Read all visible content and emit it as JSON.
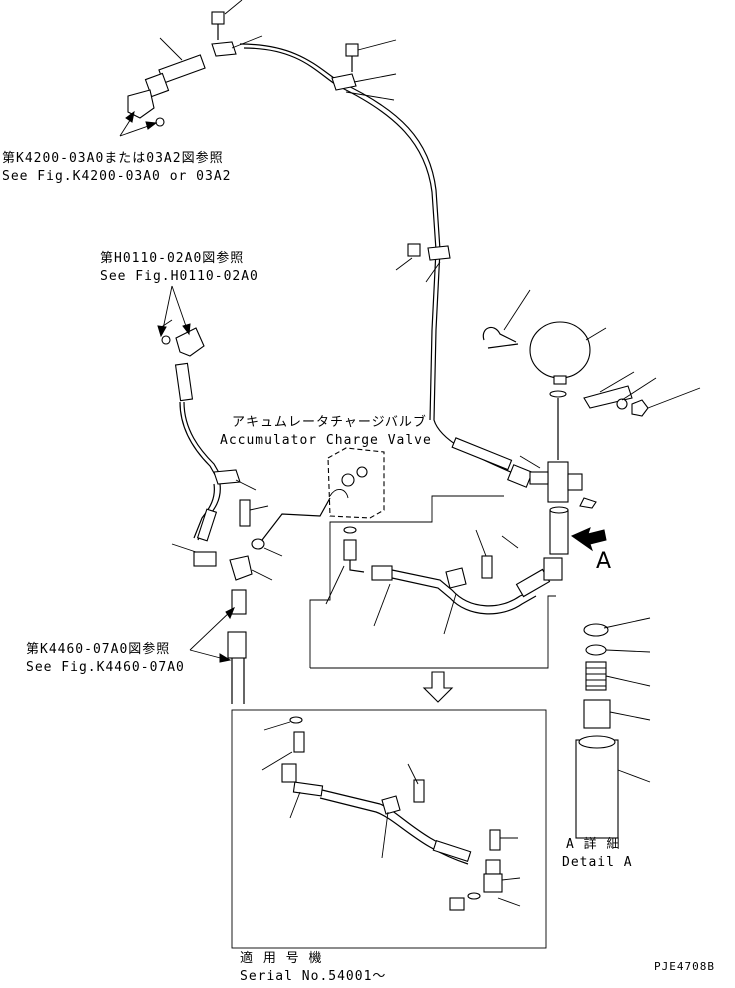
{
  "refs": {
    "k4200_jp": "第K4200-03A0または03A2図参照",
    "k4200_en": "See Fig.K4200-03A0 or 03A2",
    "h0110_jp": "第H0110-02A0図参照",
    "h0110_en": "See Fig.H0110-02A0",
    "k4460_jp": "第K4460-07A0図参照",
    "k4460_en": "See Fig.K4460-07A0"
  },
  "valve": {
    "label_jp": "アキュムレータチャージバルブ",
    "label_en": "Accumulator Charge Valve"
  },
  "detail": {
    "arrow_letter": "A",
    "title_jp": "A 詳 細",
    "title_en": "Detail A"
  },
  "serial": {
    "label_jp": "適 用 号 機",
    "label_en": "Serial No.54001～"
  },
  "drawing_code": "PJE4708B"
}
